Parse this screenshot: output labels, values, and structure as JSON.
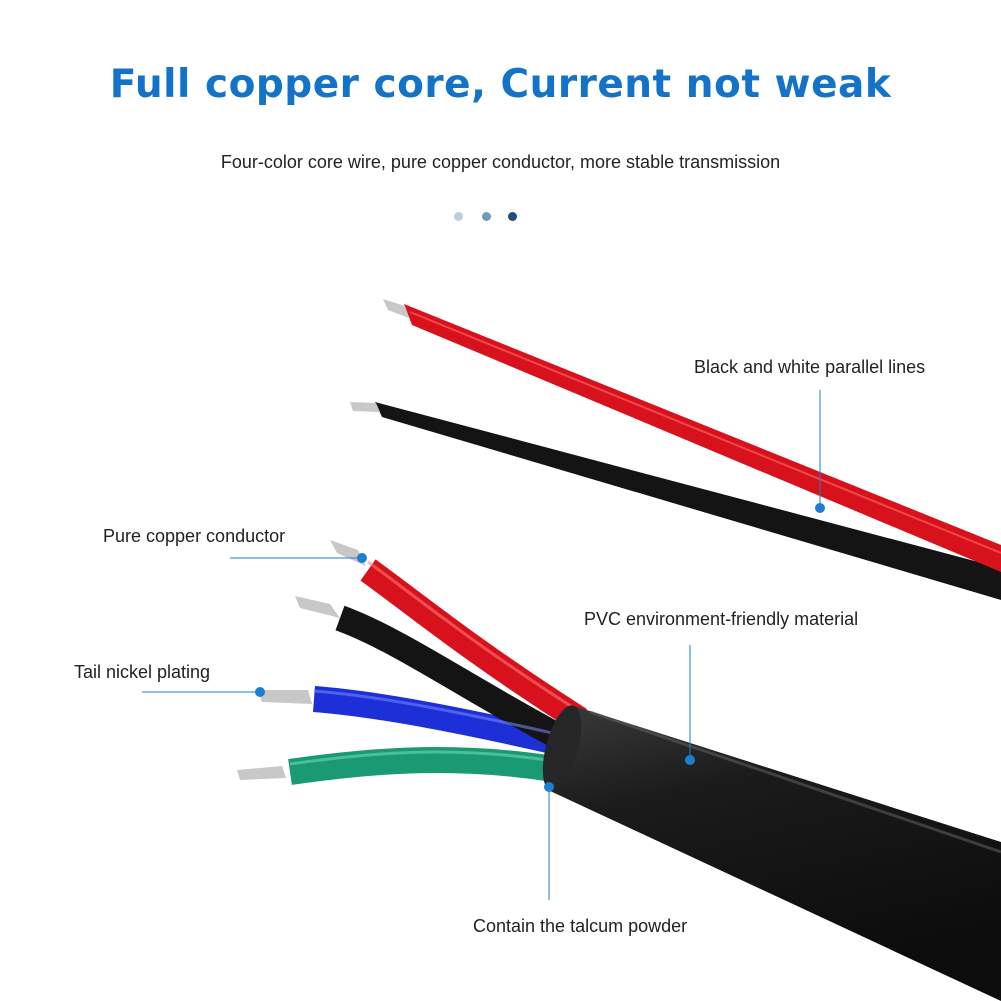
{
  "header": {
    "title": "Full copper core, Current not weak",
    "subtitle": "Four-color core wire, pure copper conductor, more stable transmission"
  },
  "callouts": {
    "parallel_lines": "Black and white parallel lines",
    "copper_conductor": "Pure copper conductor",
    "pvc_material": "PVC environment-friendly material",
    "nickel_plating": "Tail nickel plating",
    "talcum_powder": "Contain the talcum powder"
  },
  "colors": {
    "title_blue": "#1273c9",
    "text": "#222222",
    "leader_line": "#1a7fd0",
    "marker_dot": "#1a7fd0",
    "wire_red": "#d8121c",
    "wire_black": "#141414",
    "wire_blue": "#1d2fd6",
    "wire_green": "#1a9a72",
    "jacket": "#1b1b1b",
    "copper": "#c8c8c8",
    "dot_light": "#b9cfdc",
    "dot_mid": "#6f9ab8",
    "dot_dark": "#1f4f79"
  },
  "pager": {
    "count": 3,
    "active_index": 2
  }
}
